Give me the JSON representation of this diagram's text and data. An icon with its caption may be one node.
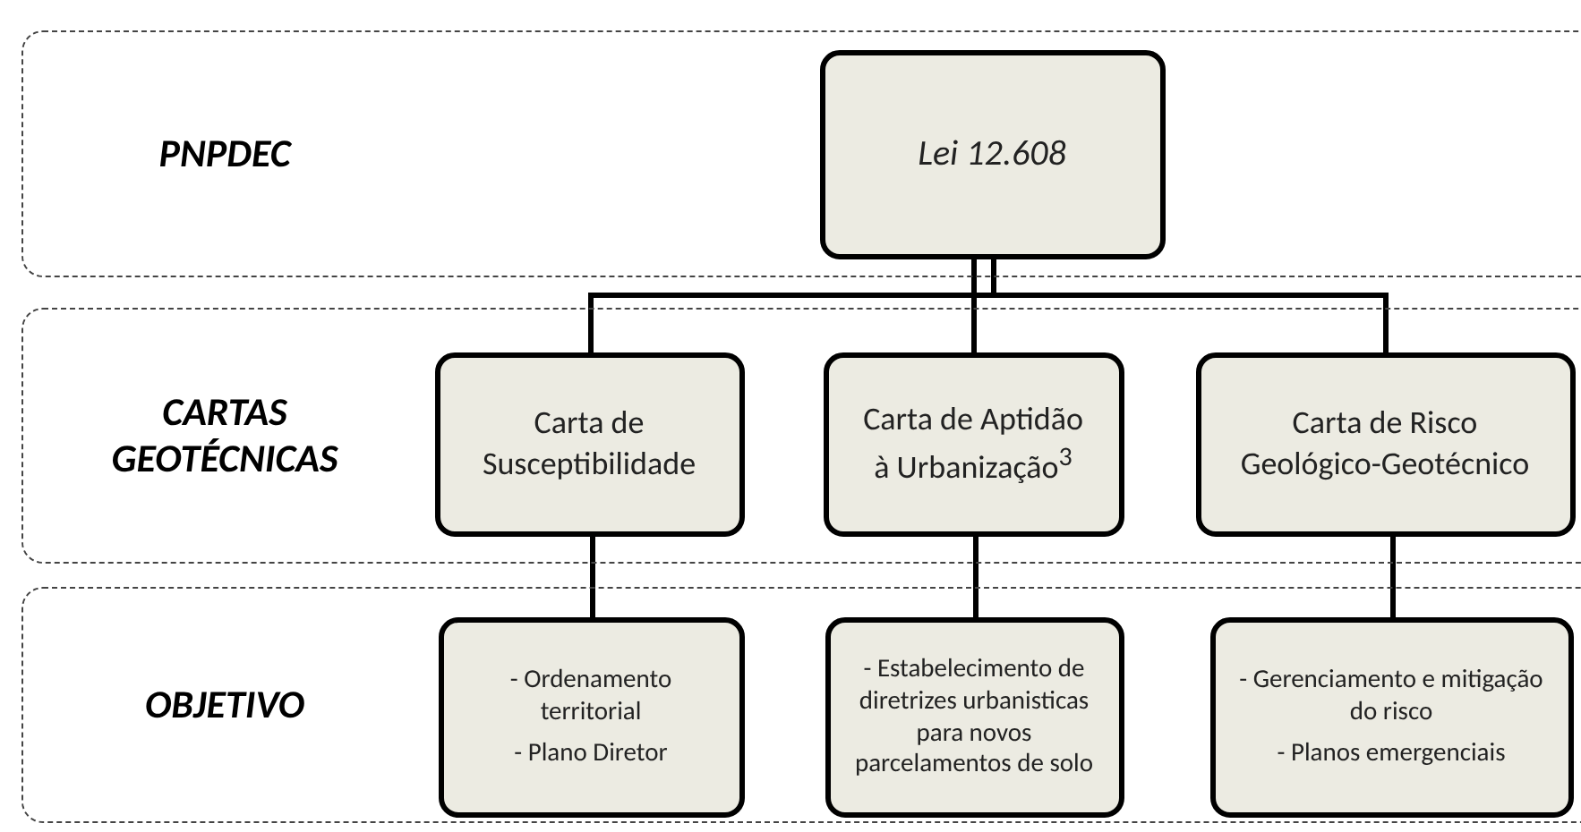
{
  "diagram": {
    "nodes": [
      {
        "text": [
          "PNPDEC"
        ]
      },
      {
        "text": [
          "Lei 12.608"
        ],
        "in": 0
      },
      {
        "text": [
          "CARTAS GEOTÉCNICAS"
        ]
      },
      {
        "text": [
          "Carta de Susceptibilidade"
        ],
        "in": 2
      },
      {
        "text": [
          "Carta de Aptidão à Urbanização$^{3}$"
        ],
        "in": 2
      },
      {
        "text": [
          "Carta de Risco Geológico-Geotécnico"
        ],
        "in": 2
      },
      {
        "text": [
          "OBJETIVO"
        ]
      },
      {
        "text": [
          "- Ordenamento territorial",
          "- Plano Diretor"
        ],
        "in": 6
      },
      {
        "text": [
          "- Estabelecimento de diretrizes urbanisticas para novos parcelamentos de solo"
        ],
        "in": 6
      },
      {
        "text": [
          "- Gerenciamento e mitigação do risco",
          "- Planos emergenciais"
        ],
        "in": 6
      }
    ],
    "edges": [
      {
        "from": 1,
        "to": 3,
        "arrow": "none"
      },
      {
        "from": 1,
        "to": 4,
        "arrow": "none"
      },
      {
        "from": 1,
        "to": 5,
        "arrow": "none"
      },
      {
        "from": 3,
        "to": 7,
        "arrow": "none"
      },
      {
        "from": 4,
        "to": 8,
        "arrow": "none"
      },
      {
        "from": 5,
        "to": 9,
        "arrow": "none"
      }
    ]
  }
}
